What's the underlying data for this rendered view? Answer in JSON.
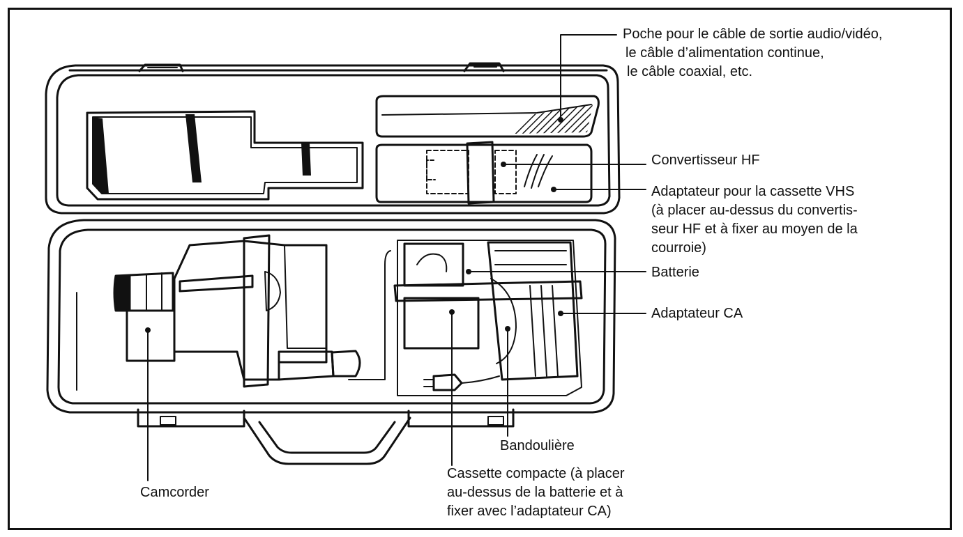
{
  "colors": {
    "ink": "#111111",
    "paper": "#ffffff"
  },
  "labels": {
    "pocket": {
      "lines": [
        "Poche pour le câble de sortie audio/vidéo,",
        "le câble d’alimentation continue,",
        "le câble coaxial, etc."
      ]
    },
    "rf_converter": {
      "lines": [
        "Convertisseur HF"
      ]
    },
    "vhs_adapter": {
      "lines": [
        "Adaptateur pour la cassette VHS",
        "(à placer au-dessus du convertis-",
        "seur HF et à fixer au moyen de la",
        "courroie)"
      ]
    },
    "battery": {
      "lines": [
        "Batterie"
      ]
    },
    "ac_adapter": {
      "lines": [
        "Adaptateur CA"
      ]
    },
    "shoulder_strap": {
      "lines": [
        "Bandoulière"
      ]
    },
    "compact_cassette": {
      "lines": [
        "Cassette compacte (à placer",
        "au-dessus de la batterie et à",
        "fixer avec l’adaptateur CA)"
      ]
    },
    "camcorder": {
      "lines": [
        "Camcorder"
      ]
    }
  }
}
